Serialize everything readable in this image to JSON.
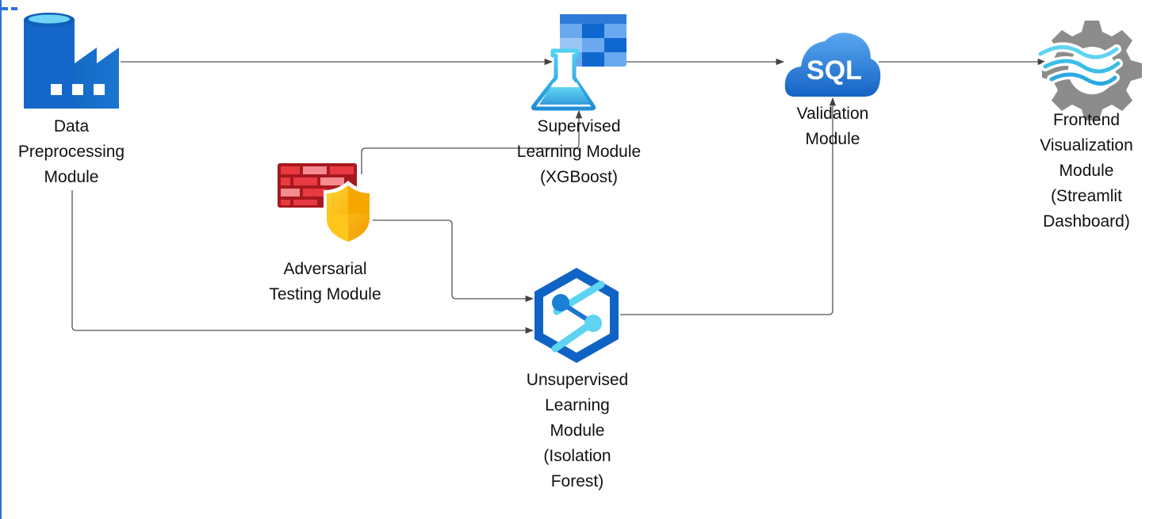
{
  "nodes": {
    "data_preprocessing": {
      "icon": "data-factory-icon",
      "label_lines": [
        "Data",
        "Preprocessing",
        "Module"
      ]
    },
    "supervised_learning": {
      "icon": "machine-learning-flask-icon",
      "label_lines": [
        "Supervised",
        "Learning Module",
        "(XGBoost)"
      ]
    },
    "validation": {
      "icon": "sql-cloud-icon",
      "icon_text": "SQL",
      "label_lines": [
        "Validation",
        "Module"
      ]
    },
    "frontend_visualization": {
      "icon": "streamlit-gear-icon",
      "label_lines": [
        "Frontend",
        "Visualization",
        "Module",
        "(Streamlit",
        "Dashboard)"
      ]
    },
    "adversarial_testing": {
      "icon": "firewall-shield-icon",
      "label_lines": [
        "Adversarial",
        "Testing Module"
      ]
    },
    "unsupervised_learning": {
      "icon": "synapse-hexagon-icon",
      "label_lines": [
        "Unsupervised",
        "Learning",
        "Module",
        "(Isolation",
        "Forest)"
      ]
    }
  },
  "connections": [
    {
      "from": "data_preprocessing",
      "to": "supervised_learning"
    },
    {
      "from": "data_preprocessing",
      "to": "unsupervised_learning"
    },
    {
      "from": "supervised_learning",
      "to": "validation"
    },
    {
      "from": "unsupervised_learning",
      "to": "validation"
    },
    {
      "from": "validation",
      "to": "frontend_visualization"
    },
    {
      "from": "adversarial_testing",
      "to": "supervised_learning"
    },
    {
      "from": "adversarial_testing",
      "to": "unsupervised_learning"
    }
  ],
  "colors": {
    "connector": "#555555",
    "azure_dark": "#0a58b0",
    "azure_mid": "#0f78d4",
    "azure_light": "#5ec8f0",
    "firewall_red": "#c8242b",
    "shield_yellow": "#f7b500",
    "gear_gray": "#8a8a8a",
    "frame_blue": "#2d6fe0"
  }
}
